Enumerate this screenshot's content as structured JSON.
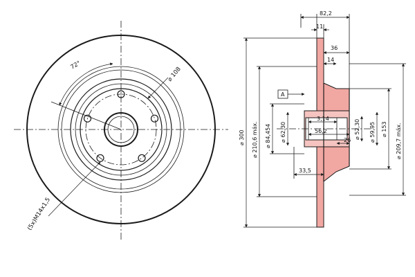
{
  "front_view": {
    "angle_label": "72°",
    "pcd_label": "⌀ 108",
    "thread_label": "(5x)M14x1,5"
  },
  "section_view": {
    "overall_width": "82,2",
    "disc_thickness": "11",
    "hub_len_36": "36",
    "hub_len_14": "14",
    "datum_label": "A",
    "dia_300": "⌀ 300",
    "dia_210": "⌀ 210,6 máx.",
    "dia_84": "⌀ 84,454",
    "dia_62": "⌀ 62,30",
    "bore_depth_314": "3,14",
    "bore_depth_562": "56,2",
    "dia_52": "⌀ 52,30",
    "dia_59": "⌀ 59,95",
    "dia_153": "⌀ 153",
    "dia_209": "⌀ 209,7 máx.",
    "len_26": "26",
    "len_335": "33,5"
  }
}
